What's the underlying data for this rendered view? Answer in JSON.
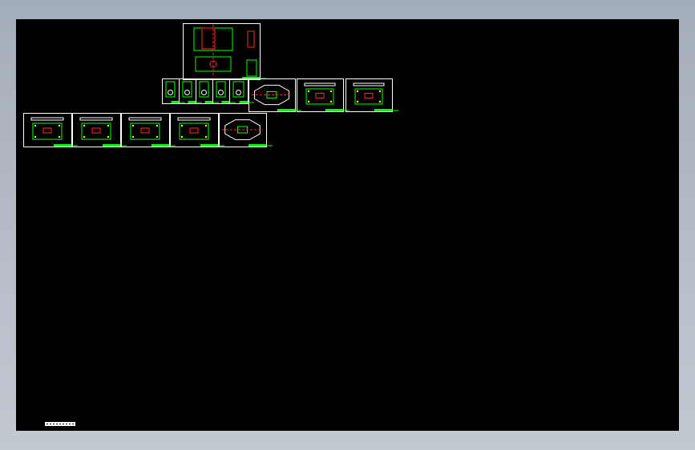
{
  "viewport": {
    "background": "#000000",
    "frame_color": "#ffffff",
    "detail_colors": {
      "green": "#00ff00",
      "red": "#ff2a2a",
      "yellow": "#ffff00",
      "cyan": "#00ffff"
    }
  },
  "sheets": [
    {
      "name": "sheet-main-assembly",
      "label": ""
    },
    {
      "name": "sheet-part-1",
      "label": ""
    },
    {
      "name": "sheet-part-2",
      "label": ""
    },
    {
      "name": "sheet-part-3",
      "label": ""
    },
    {
      "name": "sheet-part-4",
      "label": ""
    },
    {
      "name": "sheet-part-5",
      "label": ""
    },
    {
      "name": "sheet-octagon-plate",
      "label": ""
    },
    {
      "name": "sheet-plate-a",
      "label": ""
    },
    {
      "name": "sheet-plate-b",
      "label": ""
    },
    {
      "name": "sheet-cavity-plate",
      "label": ""
    },
    {
      "name": "sheet-plate-c",
      "label": ""
    },
    {
      "name": "sheet-plate-d",
      "label": ""
    },
    {
      "name": "sheet-plate-e",
      "label": ""
    },
    {
      "name": "sheet-hex-plate",
      "label": ""
    }
  ],
  "scale_bar": {
    "icon": "scale-bar-icon"
  }
}
